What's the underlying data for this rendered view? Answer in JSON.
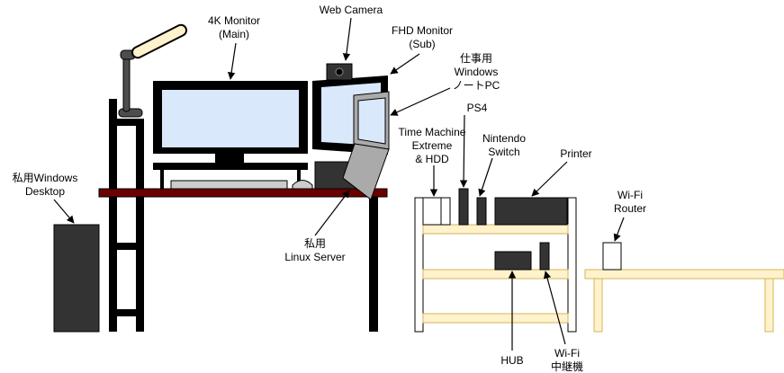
{
  "labels": {
    "web_camera": [
      "Web Camera"
    ],
    "monitor_4k": [
      "4K Monitor",
      "(Main)"
    ],
    "monitor_fhd": [
      "FHD Monitor",
      "(Sub)"
    ],
    "work_laptop": [
      "仕事用",
      "Windows",
      "ノートPC"
    ],
    "time_machine": [
      "Time Machine",
      "Extreme",
      "& HDD"
    ],
    "ps4": [
      "PS4"
    ],
    "nintendo_switch": [
      "Nintendo",
      "Switch"
    ],
    "printer": [
      "Printer"
    ],
    "wifi_router": [
      "Wi-Fi",
      "Router"
    ],
    "windows_desktop": [
      "私用Windows",
      "Desktop"
    ],
    "linux_server": [
      "私用",
      "Linux Server"
    ],
    "hub": [
      "HUB"
    ],
    "wifi_repeater": [
      "Wi-Fi",
      "中継機"
    ]
  },
  "colors": {
    "desk_top": "#6b0000",
    "frame": "#000000",
    "screen": "#dae8fc",
    "shelf": "#fff2cc",
    "shelf_stroke": "#d6b656",
    "device": "#333333",
    "lamp_head": "#fff2cc"
  }
}
